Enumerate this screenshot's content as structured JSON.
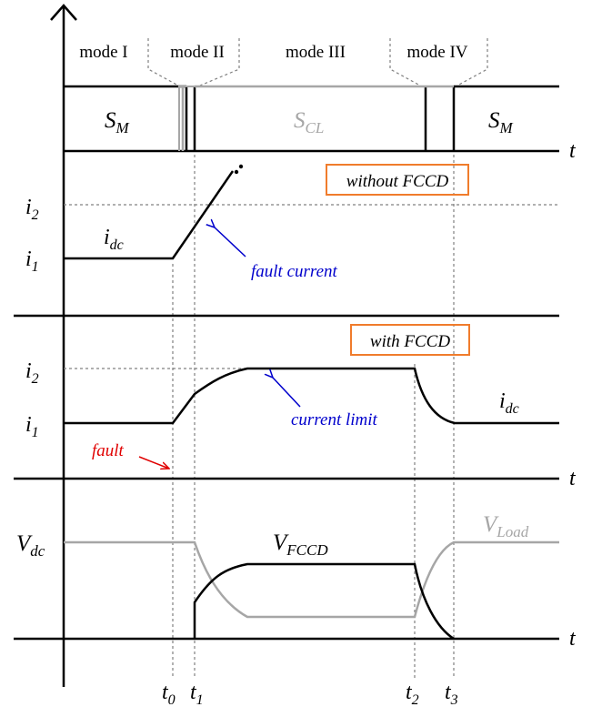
{
  "modes": [
    "mode I",
    "mode II",
    "mode III",
    "mode IV"
  ],
  "switch_labels": {
    "left": {
      "base": "S",
      "sub": "M"
    },
    "middle": {
      "base": "S",
      "sub": "CL"
    },
    "right": {
      "base": "S",
      "sub": "M"
    }
  },
  "time_axis_label": "t",
  "time_ticks": [
    {
      "base": "t",
      "sub": "0"
    },
    {
      "base": "t",
      "sub": "1"
    },
    {
      "base": "t",
      "sub": "2"
    },
    {
      "base": "t",
      "sub": "3"
    }
  ],
  "current_levels": {
    "i1": {
      "base": "i",
      "sub": "1"
    },
    "i2": {
      "base": "i",
      "sub": "2"
    }
  },
  "panel_without": {
    "box_label": "without FCCD",
    "signal": {
      "base": "i",
      "sub": "dc"
    },
    "annotation": "fault current"
  },
  "panel_with": {
    "box_label": "with FCCD",
    "signal": {
      "base": "i",
      "sub": "dc"
    },
    "annotation": "current limit",
    "fault_label": "fault"
  },
  "panel_voltage": {
    "vdc": {
      "base": "V",
      "sub": "dc"
    },
    "vfccd": {
      "base": "V",
      "sub": "FCCD"
    },
    "vload": {
      "base": "V",
      "sub": "Load"
    }
  },
  "colors": {
    "black": "#000000",
    "gray": "#a6a6a6",
    "blue": "#0000cc",
    "red": "#e00000",
    "box_border": "#f07c2c",
    "dotted": "#808080"
  }
}
